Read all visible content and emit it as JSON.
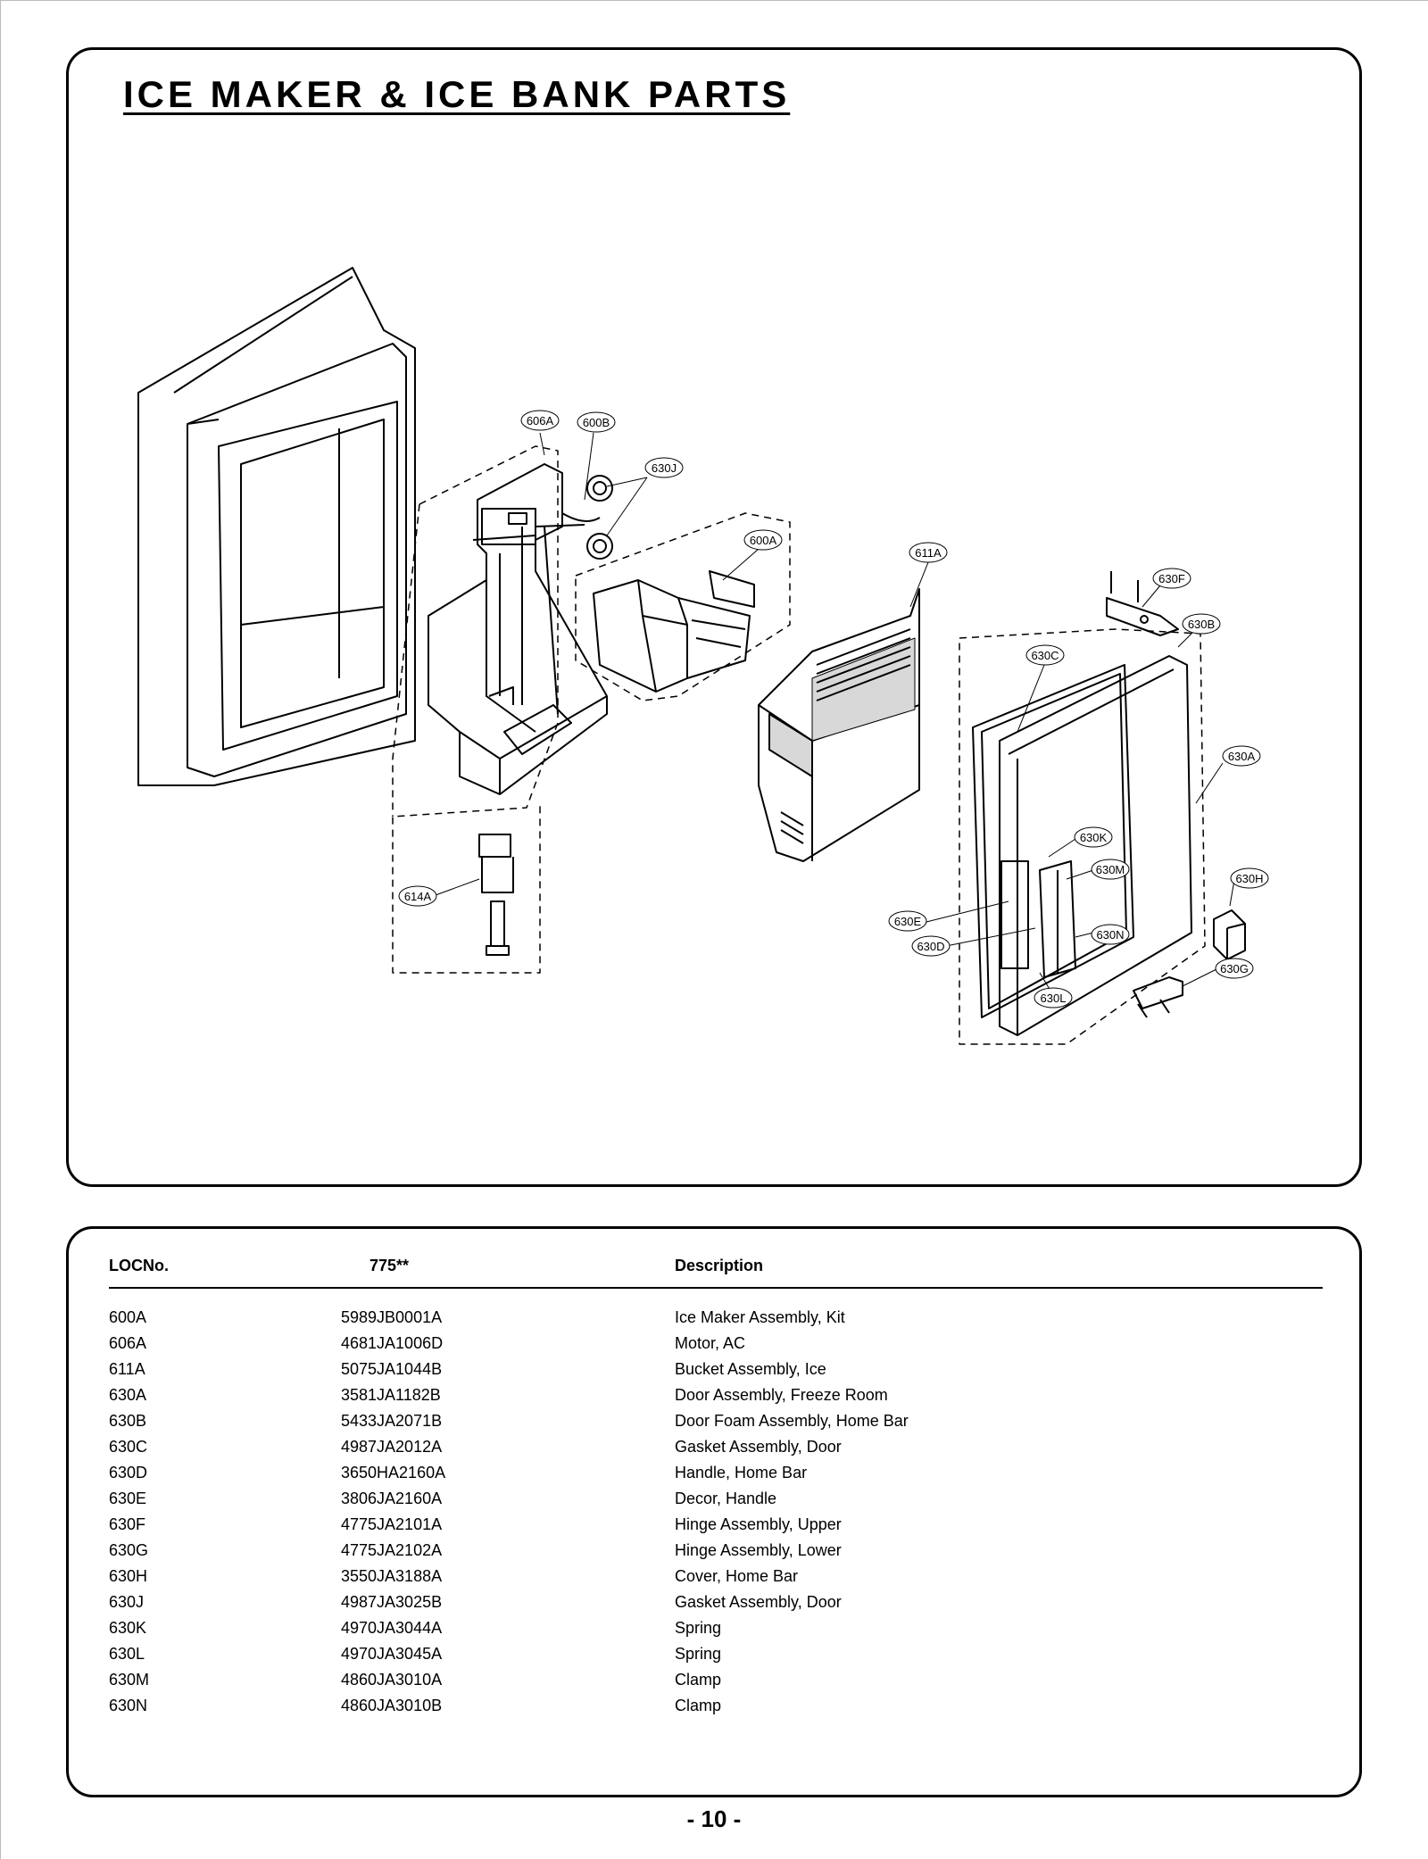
{
  "title": "ICE MAKER & ICE BANK PARTS",
  "callouts": {
    "c606A": "606A",
    "c600B": "600B",
    "c630J": "630J",
    "c600A": "600A",
    "c611A": "611A",
    "c630F": "630F",
    "c630B": "630B",
    "c630C": "630C",
    "c630A": "630A",
    "c630K": "630K",
    "c630M": "630M",
    "c630H": "630H",
    "c630E": "630E",
    "c630D": "630D",
    "c630N": "630N",
    "c630G": "630G",
    "c630L": "630L",
    "c614A": "614A"
  },
  "table": {
    "headers": {
      "loc": "LOCNo.",
      "model": "775**",
      "description": "Description"
    },
    "rows": [
      {
        "loc": "600A",
        "part": "5989JB0001A",
        "description": "Ice Maker Assembly, Kit"
      },
      {
        "loc": "606A",
        "part": "4681JA1006D",
        "description": "Motor, AC"
      },
      {
        "loc": "611A",
        "part": "5075JA1044B",
        "description": "Bucket Assembly, Ice"
      },
      {
        "loc": "630A",
        "part": "3581JA1182B",
        "description": "Door Assembly, Freeze Room"
      },
      {
        "loc": "630B",
        "part": "5433JA2071B",
        "description": "Door Foam Assembly, Home Bar"
      },
      {
        "loc": "630C",
        "part": "4987JA2012A",
        "description": "Gasket Assembly, Door"
      },
      {
        "loc": "630D",
        "part": "3650HA2160A",
        "description": "Handle, Home Bar"
      },
      {
        "loc": "630E",
        "part": "3806JA2160A",
        "description": "Decor, Handle"
      },
      {
        "loc": "630F",
        "part": "4775JA2101A",
        "description": "Hinge Assembly, Upper"
      },
      {
        "loc": "630G",
        "part": "4775JA2102A",
        "description": "Hinge Assembly, Lower"
      },
      {
        "loc": "630H",
        "part": "3550JA3188A",
        "description": "Cover, Home Bar"
      },
      {
        "loc": "630J",
        "part": "4987JA3025B",
        "description": "Gasket Assembly, Door"
      },
      {
        "loc": "630K",
        "part": "4970JA3044A",
        "description": "Spring"
      },
      {
        "loc": "630L",
        "part": "4970JA3045A",
        "description": "Spring"
      },
      {
        "loc": "630M",
        "part": "4860JA3010A",
        "description": "Clamp"
      },
      {
        "loc": "630N",
        "part": "4860JA3010B",
        "description": "Clamp"
      }
    ]
  },
  "page_number": "- 10 -"
}
